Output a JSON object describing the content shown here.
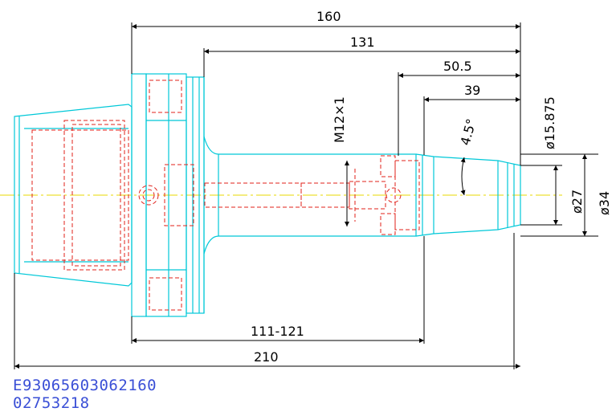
{
  "dimensions": {
    "d160": "160",
    "d131": "131",
    "d50_5": "50.5",
    "d39": "39",
    "thread": "M12×1",
    "taper": "4.5°",
    "dia15": "ø15.875",
    "dia27": "ø27",
    "dia34": "ø34",
    "range": "111-121",
    "d210": "210"
  },
  "codes": {
    "line1": "E93065603062160",
    "line2": "02753218"
  },
  "colors": {
    "outline": "#00c8d8",
    "hidden": "#e0201a",
    "center": "#e8d800",
    "dimension": "#000000",
    "code_text": "#3a4fd6"
  }
}
